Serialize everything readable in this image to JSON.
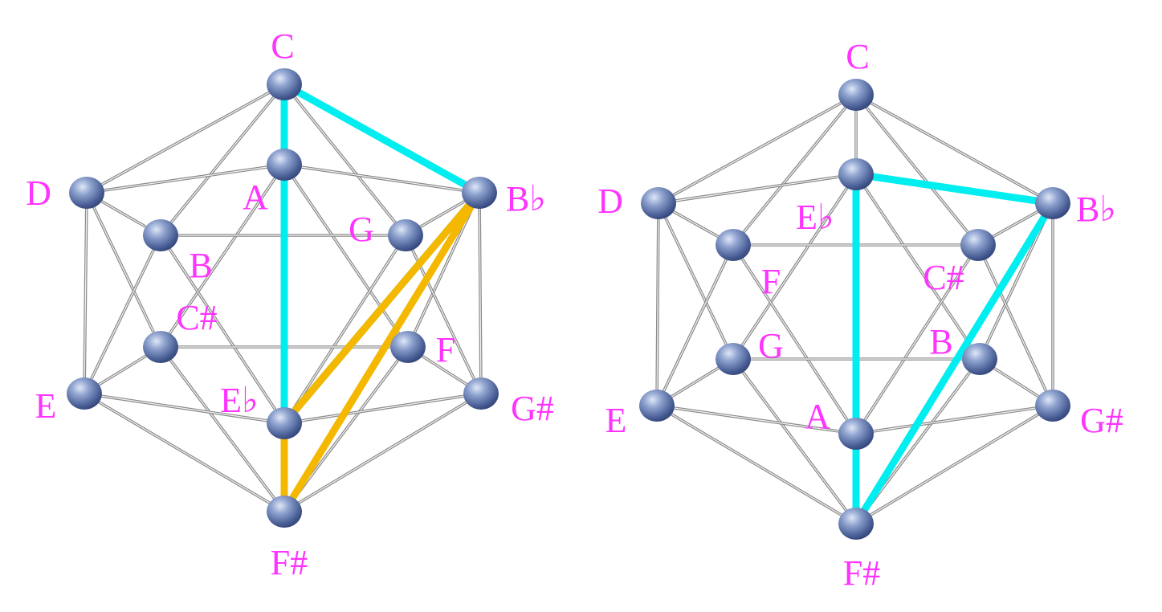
{
  "diagrams": [
    {
      "id": "left",
      "nodes": [
        {
          "note": "C"
        },
        {
          "note": "D"
        },
        {
          "note": "B♭"
        },
        {
          "note": "A"
        },
        {
          "note": "B"
        },
        {
          "note": "G"
        },
        {
          "note": "C#"
        },
        {
          "note": "F"
        },
        {
          "note": "E"
        },
        {
          "note": "G#"
        },
        {
          "note": "E♭"
        },
        {
          "note": "F#"
        }
      ],
      "highlights": [
        {
          "color": "#00eef0",
          "edges": [
            [
              "C",
              "B♭"
            ],
            [
              "C",
              "E♭"
            ],
            [
              "E♭",
              "B♭"
            ]
          ]
        },
        {
          "color": "#f5b800",
          "edges": [
            [
              "E♭",
              "B♭"
            ],
            [
              "B♭",
              "F#"
            ],
            [
              "E♭",
              "F#"
            ]
          ]
        }
      ]
    },
    {
      "id": "right",
      "nodes": [
        {
          "note": "C"
        },
        {
          "note": "D"
        },
        {
          "note": "B♭"
        },
        {
          "note": "E♭"
        },
        {
          "note": "F"
        },
        {
          "note": "C#"
        },
        {
          "note": "G"
        },
        {
          "note": "B"
        },
        {
          "note": "E"
        },
        {
          "note": "G#"
        },
        {
          "note": "A"
        },
        {
          "note": "F#"
        }
      ],
      "highlights": [
        {
          "color": "#00eef0",
          "edges": [
            [
              "E♭",
              "B♭"
            ],
            [
              "E♭",
              "F#"
            ],
            [
              "B♭",
              "F#"
            ]
          ]
        }
      ]
    }
  ]
}
